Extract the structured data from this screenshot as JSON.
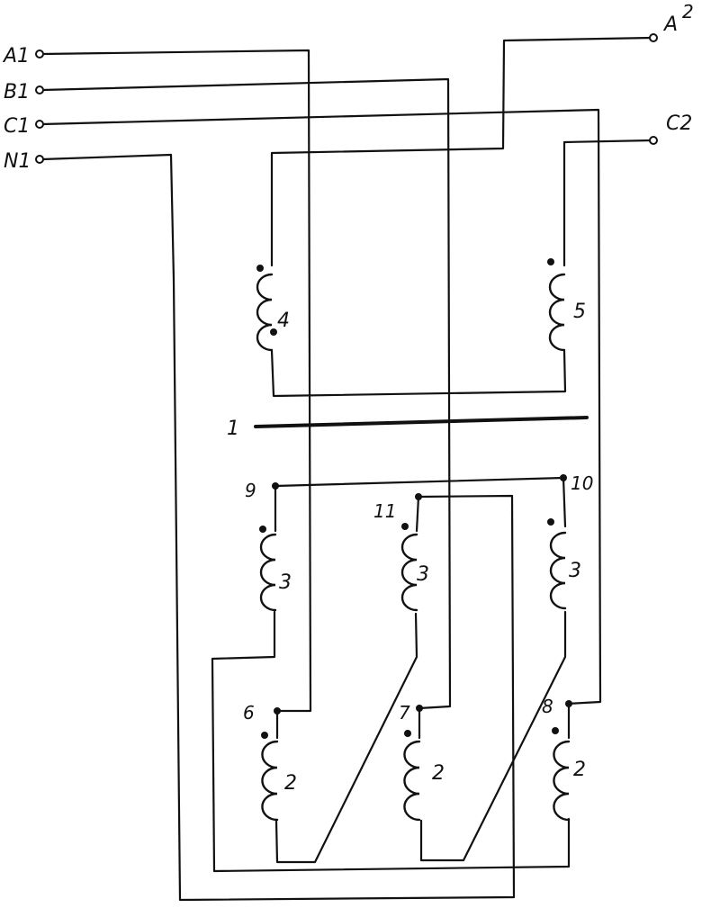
{
  "terminals": {
    "a1": "A1",
    "b1": "B1",
    "c1": "C1",
    "n1": "N1",
    "a2_letter": "A",
    "a2_digit": "2",
    "c2": "C2"
  },
  "windings": {
    "upper_left": "4",
    "upper_right": "5",
    "core": "1",
    "mid_left": "3",
    "mid_center": "3",
    "mid_right": "3",
    "low_left": "2",
    "low_center": "2",
    "low_right": "2"
  },
  "nodes": {
    "n9": "9",
    "n10": "10",
    "n11": "11",
    "n6": "6",
    "n7": "7",
    "n8": "8"
  }
}
